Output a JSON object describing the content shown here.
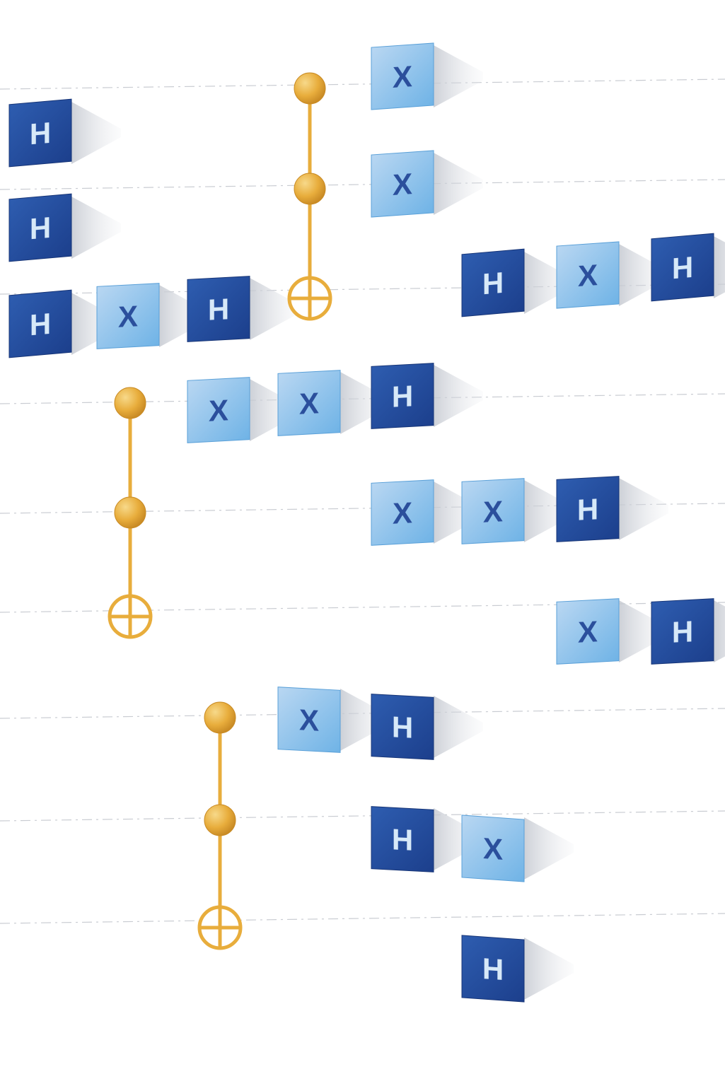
{
  "circuit": {
    "colors": {
      "h_face_dark": "#1c3f8c",
      "h_face_light": "#2e5db0",
      "h_label": "#d7e9f8",
      "x_face_dark": "#6fb3e6",
      "x_face_light": "#b9d7f2",
      "x_label": "#2b4f9c",
      "control": "#e8ad3c",
      "control_highlight": "#f7d98a",
      "wire": "#c9ccd2",
      "shadow": "#c4c8d0"
    },
    "wires": [
      {
        "id": "q1",
        "row": 1
      },
      {
        "id": "q2",
        "row": 2
      },
      {
        "id": "q3",
        "row": 3
      },
      {
        "id": "q4",
        "row": 4
      },
      {
        "id": "q5",
        "row": 5
      },
      {
        "id": "q6",
        "row": 6
      },
      {
        "id": "q7",
        "row": 7
      },
      {
        "id": "q8",
        "row": 8
      },
      {
        "id": "q9",
        "row": 9
      }
    ],
    "gates": [
      {
        "label": "H",
        "kind": "H"
      },
      {
        "label": "H",
        "kind": "H"
      },
      {
        "label": "H",
        "kind": "H"
      },
      {
        "label": "X",
        "kind": "X"
      },
      {
        "label": "H",
        "kind": "H"
      },
      {
        "label": "X",
        "kind": "X"
      },
      {
        "label": "X",
        "kind": "X"
      },
      {
        "label": "H",
        "kind": "H"
      },
      {
        "label": "X",
        "kind": "X"
      },
      {
        "label": "H",
        "kind": "H"
      },
      {
        "label": "X",
        "kind": "X"
      },
      {
        "label": "X",
        "kind": "X"
      },
      {
        "label": "H",
        "kind": "H"
      },
      {
        "label": "X",
        "kind": "X"
      },
      {
        "label": "X",
        "kind": "X"
      },
      {
        "label": "H",
        "kind": "H"
      },
      {
        "label": "X",
        "kind": "X"
      },
      {
        "label": "H",
        "kind": "H"
      },
      {
        "label": "X",
        "kind": "X"
      },
      {
        "label": "H",
        "kind": "H"
      },
      {
        "label": "H",
        "kind": "H"
      },
      {
        "label": "X",
        "kind": "X"
      },
      {
        "label": "H",
        "kind": "H"
      }
    ],
    "toffoli_gates": [
      {
        "controls": [
          "q1",
          "q2"
        ],
        "target": "q3"
      },
      {
        "controls": [
          "q4",
          "q5"
        ],
        "target": "q6"
      },
      {
        "controls": [
          "q7",
          "q8"
        ],
        "target": "q9"
      }
    ]
  }
}
